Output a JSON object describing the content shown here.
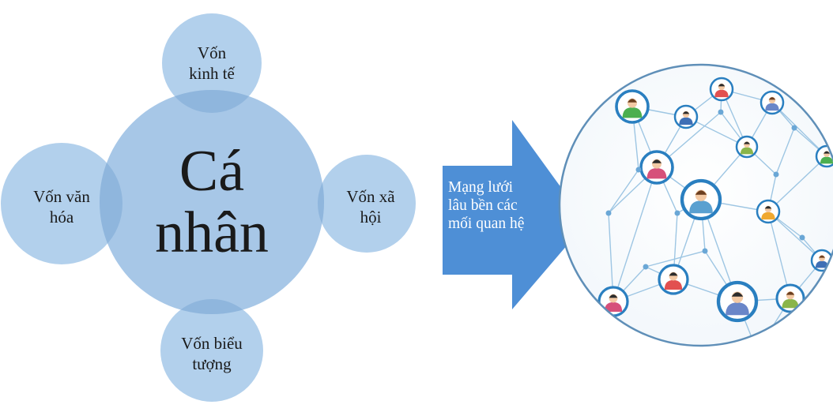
{
  "center": {
    "line1": "Cá",
    "line2": "nhân"
  },
  "satellites": {
    "top": {
      "line1": "Vốn",
      "line2": "kinh tế"
    },
    "left": {
      "line1": "Vốn văn",
      "line2": "hóa"
    },
    "right": {
      "line1": "Vốn xã",
      "line2": "hội"
    },
    "bottom": {
      "line1": "Vốn biểu",
      "line2": "tượng"
    }
  },
  "arrow": {
    "line1": "Mạng lưới",
    "line2": "lâu bền các",
    "line3": "mối quan hệ"
  },
  "colors": {
    "center_fill": "#a7c7e7",
    "satellite_fill": "#b2d0ec",
    "overlap_fill": "#8fb6dd",
    "arrow_fill": "#4e8fd6",
    "network_line": "#9ec6e3",
    "network_ring": "#5f8fb8"
  }
}
